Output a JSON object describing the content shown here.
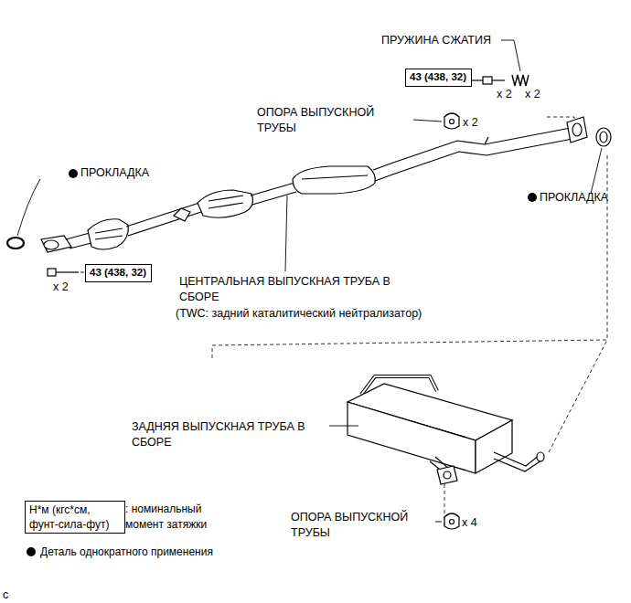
{
  "diagram": {
    "nodes": [
      {
        "text": [
          "43 (438, 32)"
        ]
      },
      {
        "text": [
          "43 (438, 32)"
        ]
      },
      {
        "text": [
          "Н*м (кгс*см, фунт-сила-фут)"
        ]
      }
    ],
    "labels": [
      "ПРУЖИНА СЖАТИЯ",
      "x 2",
      "x 2",
      "ОПОРА ВЫПУСКНОЙ ТРУБЫ",
      "x 2",
      "ПРОКЛАДКА",
      "ПРОКЛАДКА",
      "x 2",
      "ЦЕНТРАЛЬНАЯ ВЫПУСКНАЯ ТРУБА В СБОРЕ",
      "(TWC: задний каталитический нейтрализатор)",
      "ЗАДНЯЯ ВЫПУСКНАЯ ТРУБА В СБОРЕ",
      "ОПОРА ВЫПУСКНОЙ ТРУБЫ",
      "x 4",
      "c"
    ],
    "legend": [
      {
        "text": ": номинальный момент затяжки"
      },
      {
        "text": "Деталь однократного применения"
      }
    ]
  }
}
